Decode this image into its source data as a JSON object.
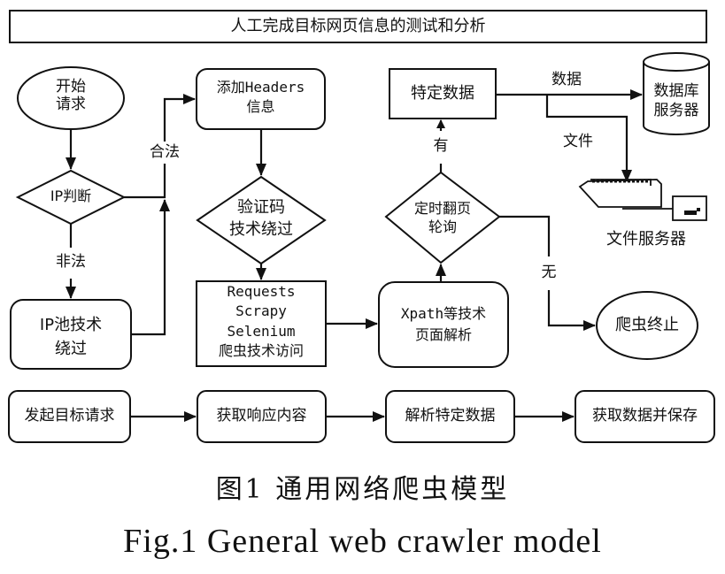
{
  "title": "人工完成目标网页信息的测试和分析",
  "nodes": {
    "start": {
      "line1": "开始",
      "line2": "请求"
    },
    "ip_check": "IP判断",
    "ip_pool": {
      "line1": "IP池技术",
      "line2": "绕过"
    },
    "add_headers": {
      "line1": "添加Headers",
      "line2": "信息"
    },
    "captcha": {
      "line1": "验证码",
      "line2": "技术绕过"
    },
    "crawler_access": {
      "line1": "Requests",
      "line2": "Scrapy",
      "line3": "Selenium",
      "line4": "爬虫技术访问"
    },
    "xpath_parse": {
      "line1": "Xpath等技术",
      "line2": "页面解析"
    },
    "paging": {
      "line1": "定时翻页",
      "line2": "轮询"
    },
    "specific_data": "特定数据",
    "db_server": {
      "line1": "数据库",
      "line2": "服务器"
    },
    "file_server": "文件服务器",
    "crawler_stop": "爬虫终止"
  },
  "edge_labels": {
    "legal": "合法",
    "illegal": "非法",
    "yes": "有",
    "no": "无",
    "data": "数据",
    "file": "文件"
  },
  "pipeline": [
    "发起目标请求",
    "获取响应内容",
    "解析特定数据",
    "获取数据并保存"
  ],
  "caption": {
    "cn": "图1 通用网络爬虫模型",
    "en": "Fig.1 General web crawler model"
  }
}
